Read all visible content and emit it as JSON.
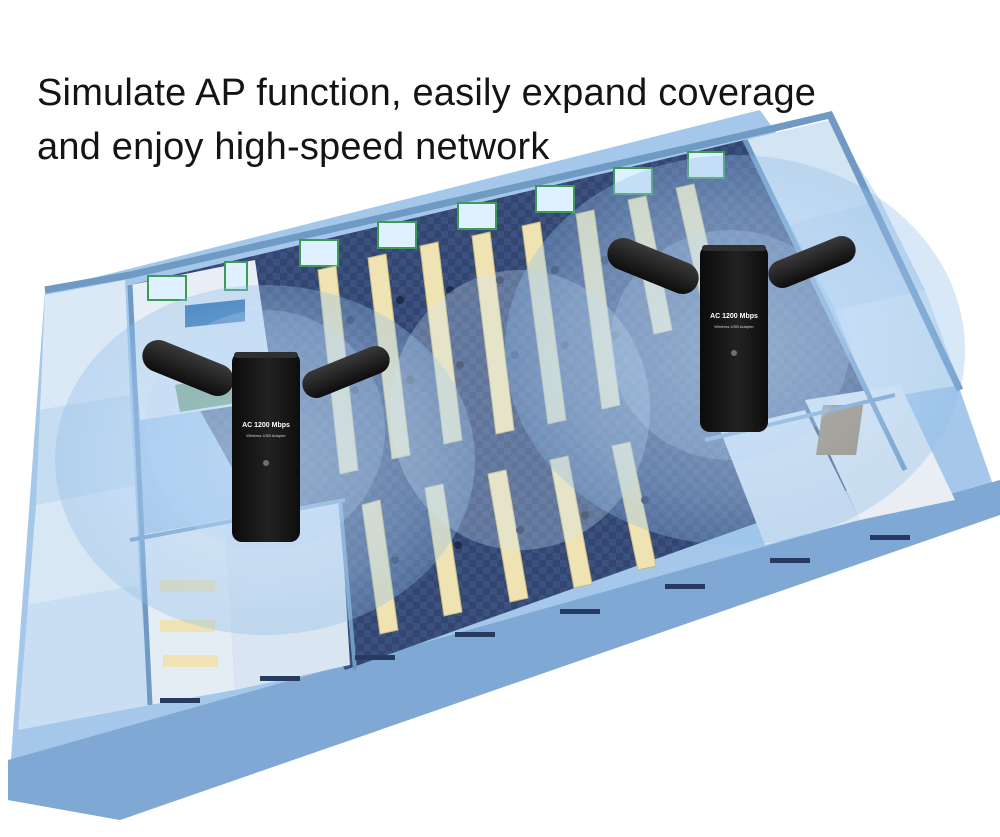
{
  "headline": {
    "line1": "Simulate AP function, easily expand coverage",
    "line2": "and enjoy high-speed network"
  },
  "adapter": {
    "model_text": "AC 1200 Mbps",
    "sub_text": "Wireless USB Adapter",
    "count": 2
  },
  "colors": {
    "floor": "#2d3f6e",
    "wall": "#6f9ac4",
    "wall_top": "#cfe3f5",
    "desk": "#efe3b3",
    "coverage": "#9fc6ee",
    "adapter_body": "#151515"
  },
  "icons": {
    "adapter": "usb-wifi-adapter-icon",
    "coverage": "wifi-coverage-zone"
  }
}
